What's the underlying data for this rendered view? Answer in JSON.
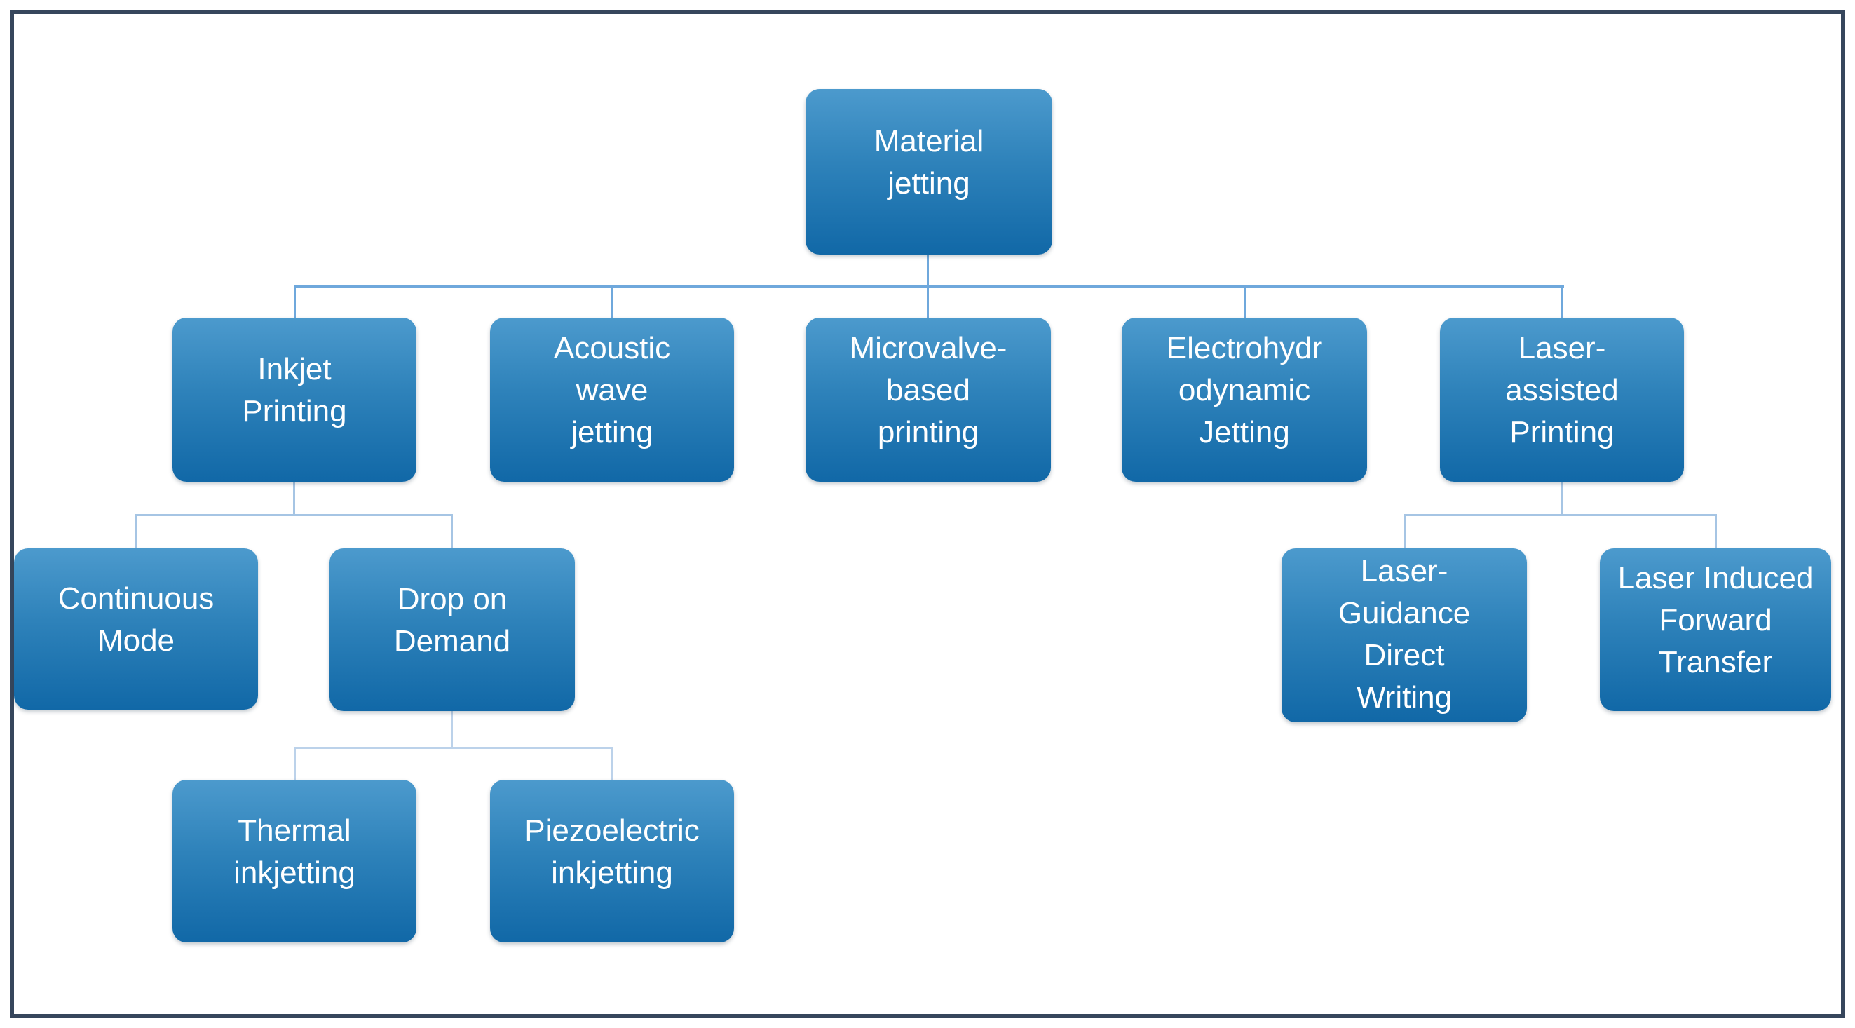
{
  "diagram": {
    "root_label": "Material\njetting",
    "nodes": [
      {
        "id": "material-jetting",
        "label": "Material\njetting",
        "level": 0,
        "parent": null
      },
      {
        "id": "inkjet-printing",
        "label": "Inkjet\nPrinting",
        "level": 1,
        "parent": "material-jetting"
      },
      {
        "id": "acoustic-wave-jetting",
        "label": "Acoustic\nwave\njetting",
        "level": 1,
        "parent": "material-jetting"
      },
      {
        "id": "microvalve-based-printing",
        "label": "Microvalve-\nbased\nprinting",
        "level": 1,
        "parent": "material-jetting"
      },
      {
        "id": "electrohydrodynamic-jetting",
        "label": "Electrohydr\nodynamic\nJetting",
        "level": 1,
        "parent": "material-jetting"
      },
      {
        "id": "laser-assisted-printing",
        "label": "Laser-\nassisted\nPrinting",
        "level": 1,
        "parent": "material-jetting"
      },
      {
        "id": "continuous-mode",
        "label": "Continuous\nMode",
        "level": 2,
        "parent": "inkjet-printing"
      },
      {
        "id": "drop-on-demand",
        "label": "Drop on\nDemand",
        "level": 2,
        "parent": "inkjet-printing"
      },
      {
        "id": "laser-guidance-direct-writing",
        "label": "Laser-\nGuidance\nDirect\nWriting",
        "level": 2,
        "parent": "laser-assisted-printing"
      },
      {
        "id": "laser-induced-forward-transfer",
        "label": "Laser Induced\nForward\nTransfer",
        "level": 2,
        "parent": "laser-assisted-printing"
      },
      {
        "id": "thermal-inkjetting",
        "label": "Thermal\ninkjetting",
        "level": 3,
        "parent": "drop-on-demand"
      },
      {
        "id": "piezoelectric-inkjetting",
        "label": "Piezoelectric\ninkjetting",
        "level": 3,
        "parent": "drop-on-demand"
      }
    ],
    "colors": {
      "accent_top": "#4C9ACD",
      "accent_bottom": "#1168A7",
      "node_text": "#FFFFFF",
      "connector_primary": "#6FA8DC",
      "connector_secondary": "#A6C5E4",
      "connector_tertiary": "#BCD2EA",
      "frame_border": "#36465C",
      "background": "#FFFFFF"
    }
  }
}
